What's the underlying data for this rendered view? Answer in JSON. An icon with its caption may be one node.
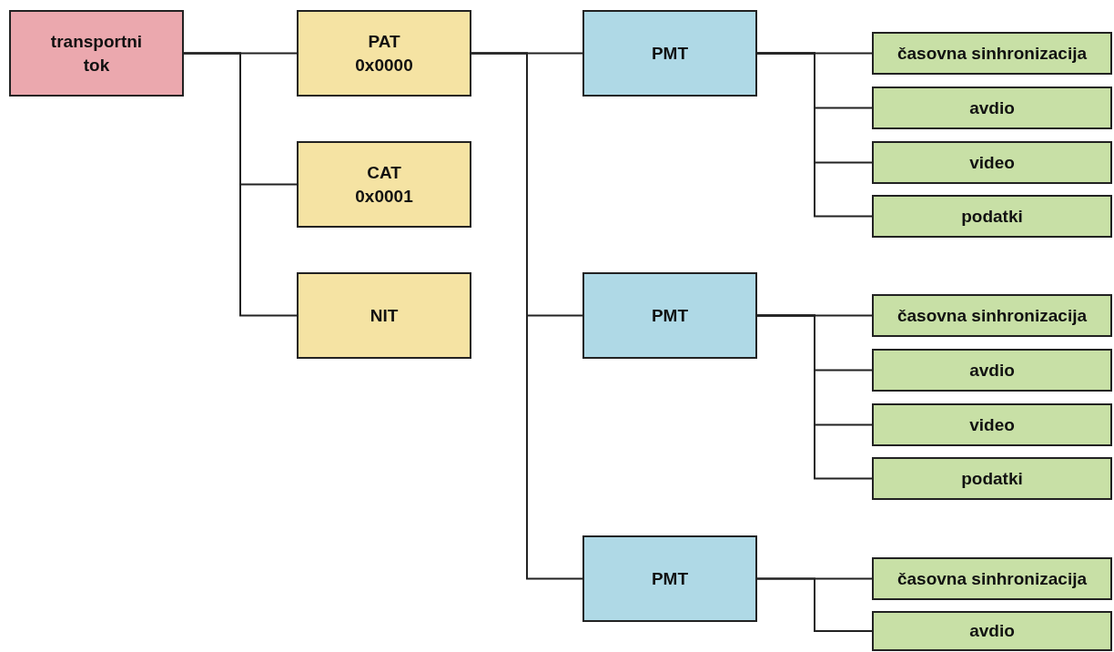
{
  "diagram": {
    "nodes": [
      {
        "text": [
          "transportni tok"
        ]
      },
      {
        "text": [
          "PAT",
          "0x0000"
        ]
      },
      {
        "text": [
          "CAT",
          "0x0001"
        ]
      },
      {
        "text": [
          "NIT"
        ]
      },
      {
        "text": [
          "PMT"
        ]
      },
      {
        "text": [
          "časovna sinhronizacija"
        ]
      },
      {
        "text": [
          "avdio"
        ]
      },
      {
        "text": [
          "video"
        ]
      },
      {
        "text": [
          "podatki"
        ]
      },
      {
        "text": [
          "PMT"
        ]
      },
      {
        "text": [
          "časovna sinhronizacija"
        ]
      },
      {
        "text": [
          "avdio"
        ]
      },
      {
        "text": [
          "video"
        ]
      },
      {
        "text": [
          "podatki"
        ]
      },
      {
        "text": [
          "PMT"
        ]
      },
      {
        "text": [
          "časovna sinhronizacija"
        ]
      },
      {
        "text": [
          "avdio"
        ]
      }
    ],
    "edges": [
      {
        "from": 0,
        "to": 1,
        "arrow": "none"
      },
      {
        "from": 0,
        "to": 2,
        "arrow": "none"
      },
      {
        "from": 0,
        "to": 3,
        "arrow": "none"
      },
      {
        "from": 1,
        "to": 4,
        "arrow": "none"
      },
      {
        "from": 1,
        "to": 9,
        "arrow": "none"
      },
      {
        "from": 1,
        "to": 14,
        "arrow": "none"
      },
      {
        "from": 4,
        "to": 5,
        "arrow": "none"
      },
      {
        "from": 4,
        "to": 6,
        "arrow": "none"
      },
      {
        "from": 4,
        "to": 7,
        "arrow": "none"
      },
      {
        "from": 4,
        "to": 8,
        "arrow": "none"
      },
      {
        "from": 9,
        "to": 10,
        "arrow": "none"
      },
      {
        "from": 9,
        "to": 11,
        "arrow": "none"
      },
      {
        "from": 9,
        "to": 12,
        "arrow": "none"
      },
      {
        "from": 9,
        "to": 13,
        "arrow": "none"
      },
      {
        "from": 14,
        "to": 15,
        "arrow": "none"
      },
      {
        "from": 14,
        "to": 16,
        "arrow": "none"
      }
    ]
  }
}
